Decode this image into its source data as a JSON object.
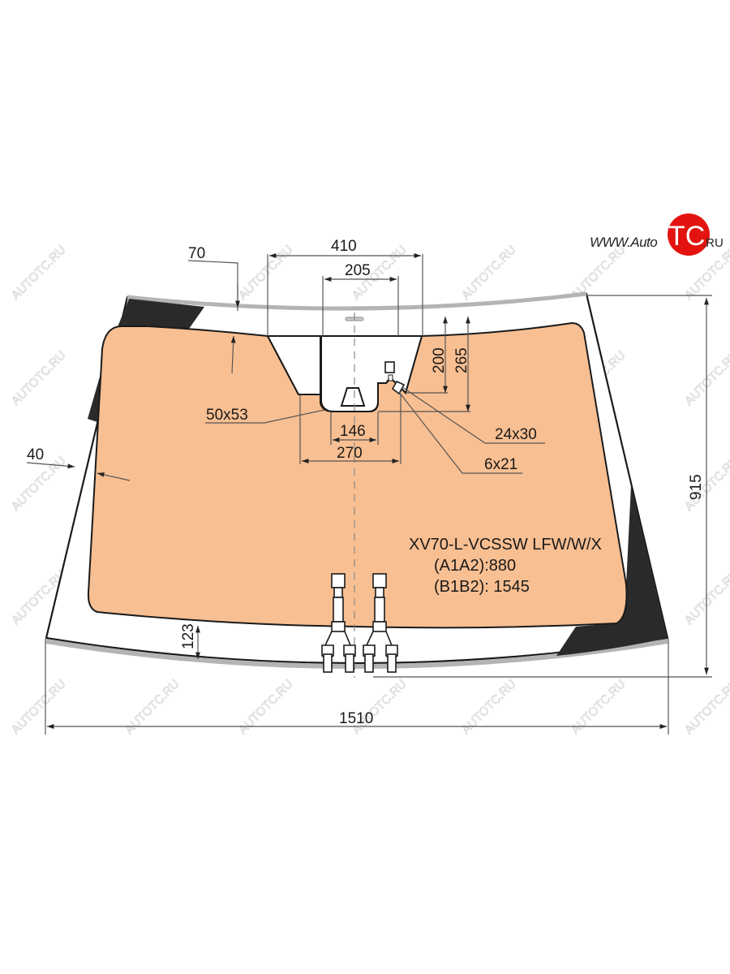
{
  "logo": {
    "prefix": "WWW.Auto",
    "badge": "TC",
    "suffix": ".RU",
    "badge_color": "#e3140f"
  },
  "watermark": "AUTOTC.RU",
  "part": {
    "code": "XV70-L-VCSSW LFW/W/X",
    "a1a2": "(A1A2):880",
    "b1b2": "(B1B2): 1545"
  },
  "dimensions": {
    "top_width_410": "410",
    "top_width_205": "205",
    "left_band_70": "70",
    "side_band_40": "40",
    "bottom_band_123": "123",
    "overall_width": "1510",
    "overall_height": "915",
    "depth_200": "200",
    "depth_265": "265",
    "cutout_146": "146",
    "cutout_270": "270",
    "sensor_50x53": "50x53",
    "sensor_24x30": "24x30",
    "sensor_6x21": "6x21"
  },
  "colors": {
    "ceramic_frit": "#2a2a2a",
    "heated_area": "#f8bf92",
    "glass": "#ffffff",
    "molding": "#b4b4b4",
    "outline": "#1a1a1a",
    "dimension_line": "#555555"
  }
}
